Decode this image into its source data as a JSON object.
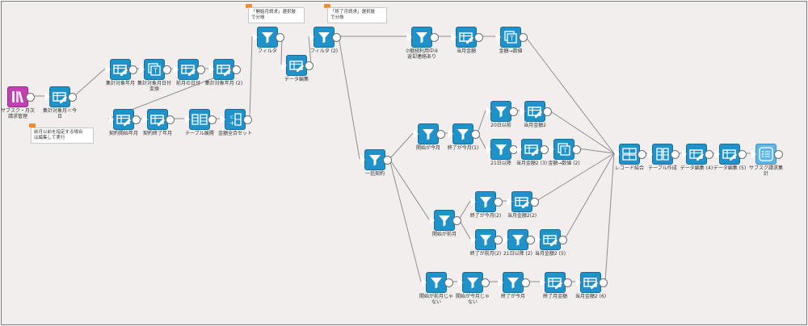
{
  "colors": {
    "node_blue": "#1e92c9",
    "node_purple": "#c43fb3",
    "node_light_blue": "#5eb6e6",
    "canvas": "#f2eeee",
    "edge": "#8f8f8f",
    "note_flag": "#f08a2c"
  },
  "notes": {
    "note1": "前月以前を指定する場合\nは編集して実行",
    "note2": "「開始月請求」選択肢\nで分岐",
    "note3": "「終了月請求」選択肢\nで分岐"
  },
  "nodes": {
    "n_subsc": {
      "label": "サブスク・月次\n請求管理",
      "icon": "app-icon"
    },
    "n_aggmonth": {
      "label": "集計対象月＝今\n日",
      "icon": "table-edit-icon"
    },
    "n_t1": {
      "label": "集計対象年月",
      "icon": "table-edit-icon"
    },
    "n_t2": {
      "label": "集計対象月日付\n変換",
      "icon": "text-transform-icon"
    },
    "n_t3": {
      "label": "前月の日付",
      "icon": "table-edit-icon"
    },
    "n_t4": {
      "label": "集計対象年月 (2)",
      "icon": "table-edit-icon"
    },
    "n_b1": {
      "label": "契約開始年月",
      "icon": "table-edit-icon"
    },
    "n_b2": {
      "label": "契約終了年月",
      "icon": "table-edit-icon"
    },
    "n_b3": {
      "label": "テーブル展開",
      "icon": "table-expand-icon"
    },
    "n_b4": {
      "label": "金額全合セット",
      "icon": "amount-set-icon"
    },
    "n_filter1": {
      "label": "フィルタ",
      "icon": "filter-icon"
    },
    "n_dataedit": {
      "label": "データ編集",
      "icon": "table-edit-icon"
    },
    "n_filter2": {
      "label": "フィルタ (2)",
      "icon": "filter-icon"
    },
    "n_top1": {
      "label": "⑦継続利用中④\n返却連絡あり",
      "icon": "filter-icon"
    },
    "n_top2": {
      "label": "当月金額",
      "icon": "table-edit-icon"
    },
    "n_top3": {
      "label": "金額→数値",
      "icon": "text-transform-icon"
    },
    "n_ikatsu": {
      "label": "一括契約",
      "icon": "filter-icon"
    },
    "n_startcur": {
      "label": "開始が今月",
      "icon": "filter-icon"
    },
    "n_endcur1": {
      "label": "終了が今月(1)",
      "icon": "filter-icon"
    },
    "n_after20": {
      "label": "20日以前",
      "icon": "filter-icon"
    },
    "n_curamt2": {
      "label": "当月金額2",
      "icon": "table-edit-icon"
    },
    "n_after21": {
      "label": "21日以降",
      "icon": "filter-icon"
    },
    "n_curamt23": {
      "label": "当月金額2 (3)",
      "icon": "table-edit-icon"
    },
    "n_amtnum2": {
      "label": "金額→数値 (2)",
      "icon": "text-transform-icon"
    },
    "n_recmerge": {
      "label": "レコード結合",
      "icon": "record-merge-icon"
    },
    "n_tblcreate": {
      "label": "テーブル作成",
      "icon": "table-create-icon"
    },
    "n_edit4": {
      "label": "データ編集 (4)",
      "icon": "table-edit-icon"
    },
    "n_edit5": {
      "label": "データ編集 (5)",
      "icon": "table-edit-icon"
    },
    "n_output": {
      "label": "サブスク請求集\n計",
      "icon": "list-output-icon"
    },
    "n_startprev": {
      "label": "開始が前月",
      "icon": "filter-icon"
    },
    "n_endcur2": {
      "label": "終了が今月(2)",
      "icon": "filter-icon"
    },
    "n_curamt22": {
      "label": "当月金額2(2)",
      "icon": "table-edit-icon"
    },
    "n_endprev2": {
      "label": "終了が前月(2)",
      "icon": "filter-icon"
    },
    "n_after21b": {
      "label": "21日以降 (2)",
      "icon": "filter-icon"
    },
    "n_curamt25": {
      "label": "当月金額2 (5)",
      "icon": "table-edit-icon"
    },
    "n_notstart": {
      "label": "開始が前月じゃ\nない",
      "icon": "filter-icon"
    },
    "n_notcur": {
      "label": "開始が今月じゃ\nない",
      "icon": "filter-icon"
    },
    "n_endcur3": {
      "label": "終了が今月",
      "icon": "filter-icon"
    },
    "n_endamt": {
      "label": "終了月金額",
      "icon": "table-edit-icon"
    },
    "n_curamt26": {
      "label": "当月金額2 (6)",
      "icon": "table-edit-icon"
    }
  }
}
